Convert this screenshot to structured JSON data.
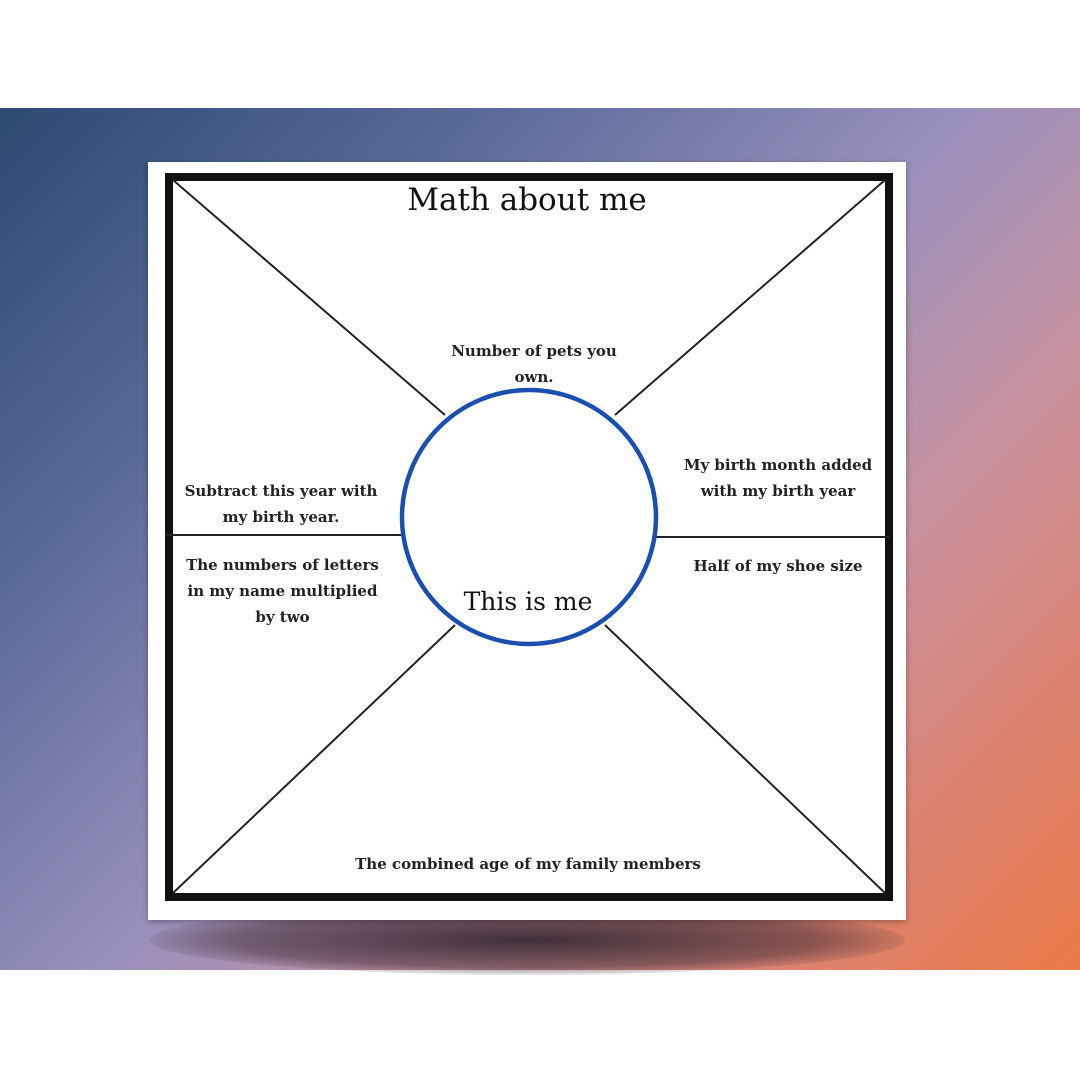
{
  "worksheet": {
    "title": "Math about me",
    "center_label": "This is me",
    "prompts": {
      "top": "Number of pets you own.",
      "left_upper": "Subtract this year with my  birth year.",
      "left_lower": "The numbers of letters in my name multiplied by two",
      "right_upper": "My birth month added with my birth year",
      "right_lower": "Half of my shoe size",
      "bottom": "The combined age of my family members"
    },
    "colors": {
      "circle": "#1a4fb0",
      "border": "#111111"
    }
  }
}
